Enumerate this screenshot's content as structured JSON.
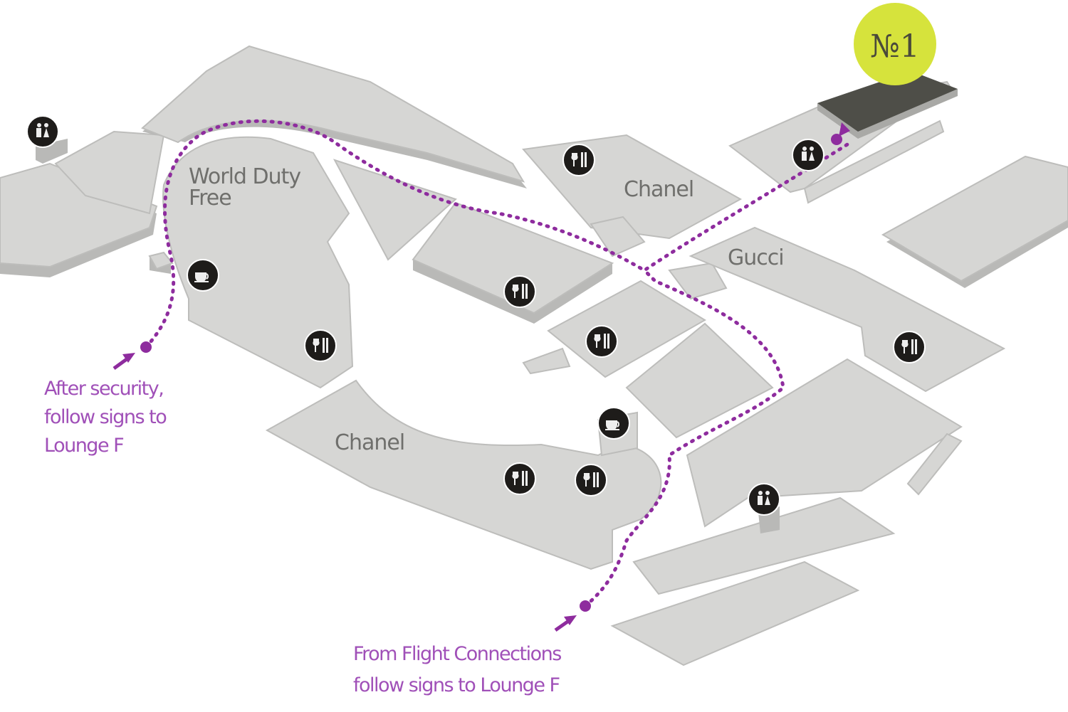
{
  "labels": {
    "world_duty_free_1": "World Duty",
    "world_duty_free_2": "Free",
    "chanel_top": "Chanel",
    "chanel_bottom": "Chanel",
    "gucci": "Gucci"
  },
  "badge": {
    "text": "№1",
    "color": "#d6e33c"
  },
  "notes": {
    "after_security": [
      "After security,",
      "follow signs to",
      "Lounge F"
    ],
    "flight_connections": [
      "From Flight Connections",
      "follow signs to Lounge F"
    ]
  },
  "colors": {
    "route": "#8e2c9e",
    "block": "#d6d6d4",
    "lounge": "#4e4e48"
  },
  "icons": [
    "restaurant-icon",
    "coffee-icon",
    "toilets-icon"
  ]
}
